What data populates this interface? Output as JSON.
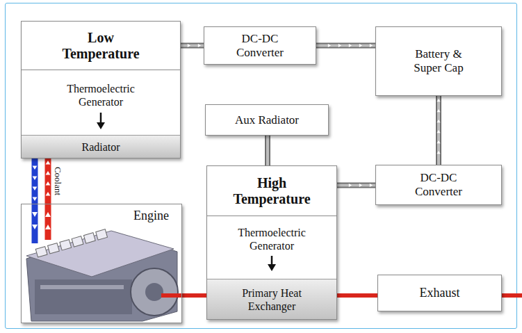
{
  "diagram": {
    "nodes": [
      {
        "text": [
          "Low Temperature",
          "Thermoelectric Generator"
        ]
      },
      {
        "text": [
          "Radiator"
        ],
        "in": 0
      },
      {
        "text": [
          "DC-DC Converter"
        ]
      },
      {
        "text": [
          "Battery & Super Cap"
        ]
      },
      {
        "text": [
          "Aux Radiator"
        ]
      },
      {
        "text": [
          "High Temperature",
          "Thermoelectric Generator"
        ]
      },
      {
        "text": [
          "Primary Heat Exchanger"
        ],
        "in": 5
      },
      {
        "text": [
          "DC-DC Converter"
        ]
      },
      {
        "text": [
          "Engine"
        ]
      },
      {
        "text": [
          "Exhaust"
        ]
      }
    ],
    "edges": [
      {
        "from": 0,
        "to": 2,
        "arrow": "to"
      },
      {
        "from": 2,
        "to": 3,
        "arrow": "to"
      },
      {
        "from": 4,
        "to": 5,
        "arrow": "none"
      },
      {
        "from": 5,
        "to": 7,
        "arrow": "to"
      },
      {
        "from": 7,
        "to": 3,
        "arrow": "to"
      },
      {
        "from": 1,
        "to": 8,
        "arrow": "to"
      },
      {
        "from": 8,
        "to": 1,
        "arrow": "to",
        "label": "Coolant"
      },
      {
        "from": 8,
        "to": 6,
        "arrow": "none"
      },
      {
        "from": 6,
        "to": 9,
        "arrow": "none"
      }
    ]
  }
}
